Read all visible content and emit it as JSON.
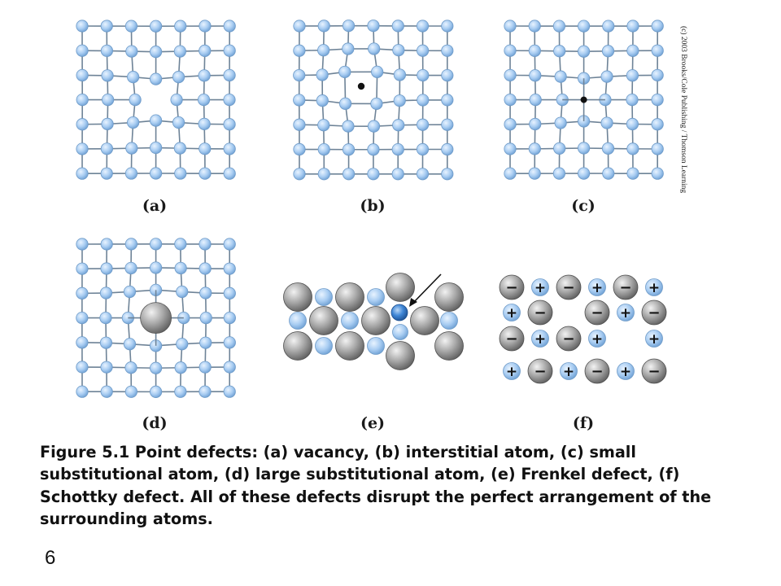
{
  "panels": [
    {
      "id": "a",
      "label": "(a)"
    },
    {
      "id": "b",
      "label": "(b)"
    },
    {
      "id": "c",
      "label": "(c)"
    },
    {
      "id": "d",
      "label": "(d)"
    },
    {
      "id": "e",
      "label": "(e)"
    },
    {
      "id": "f",
      "label": "(f)"
    }
  ],
  "copyright": "(c) 2003 Brooks/Cole Publishing / Thomson Learning",
  "caption": "Figure 5.1 Point defects: (a)  vacancy, (b) interstitial atom, (c) small substitutional atom, (d) large substitutional atom, (e) Frenkel defect, (f) Schottky defect.  All of these defects disrupt the perfect arrangement of the surrounding atoms.",
  "slide_number": "6",
  "ion_signs": {
    "cation": "+",
    "anion": "−"
  },
  "colors": {
    "small_atom": "#9ec6ee",
    "small_atom_edge": "#6f9bc8",
    "bond": "#6e8397",
    "large_atom": "#9a9a9a",
    "interstitial_dot": "#111111",
    "frenkel_ion": "#2f74c9"
  }
}
